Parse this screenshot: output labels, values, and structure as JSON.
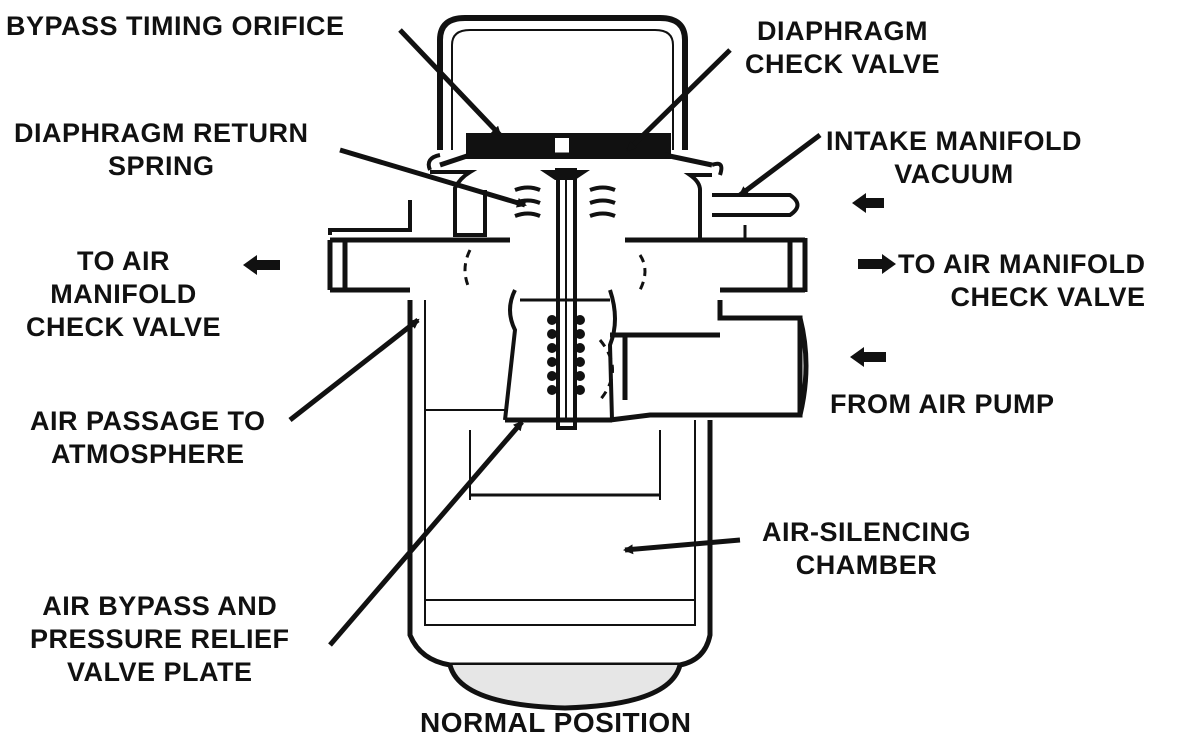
{
  "labels": {
    "bypass_timing_orifice": "BYPASS TIMING ORIFICE",
    "diaphragm_check_valve": [
      "DIAPHRAGM",
      "CHECK VALVE"
    ],
    "diaphragm_return_spring": [
      "DIAPHRAGM RETURN",
      "SPRING"
    ],
    "intake_manifold_vacuum": [
      "INTAKE MANIFOLD",
      "VACUUM"
    ],
    "to_air_manifold_check_valve_left": [
      "TO AIR",
      "MANIFOLD",
      "CHECK VALVE"
    ],
    "to_air_manifold_check_valve_right": [
      "TO AIR MANIFOLD",
      "CHECK VALVE"
    ],
    "from_air_pump": "FROM AIR PUMP",
    "air_passage_to_atmosphere": [
      "AIR PASSAGE TO",
      "ATMOSPHERE"
    ],
    "air_silencing_chamber": [
      "AIR-SILENCING",
      "CHAMBER"
    ],
    "air_bypass_valve_plate": [
      "AIR BYPASS AND",
      "PRESSURE RELIEF",
      "VALVE PLATE"
    ]
  },
  "caption": "NORMAL POSITION",
  "colors": {
    "ink": "#111111",
    "paper": "#ffffff",
    "shade": "#e6e6e6"
  }
}
